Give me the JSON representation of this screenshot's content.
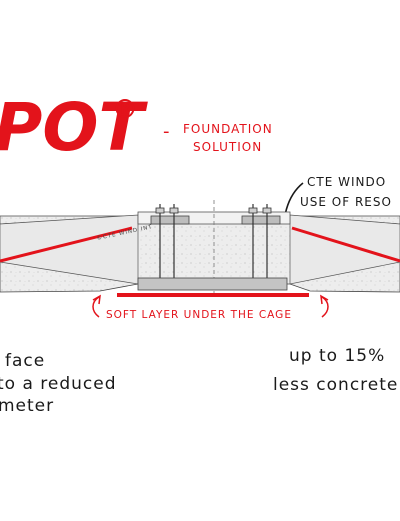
{
  "brand": {
    "title": "POT",
    "registered_mark": "®",
    "dash": "-",
    "subtitle_line1": "FOUNDATION",
    "subtitle_line2": "SOLUTION",
    "color": "#e3131b"
  },
  "callouts": {
    "top_right_line1": "CTE WINDO",
    "top_right_line2": "USE OF RESO",
    "bottom_center": "SOFT LAYER UNDER THE CAGE"
  },
  "stamp": "©CTE WIND INT",
  "notes": {
    "left_line1": "face",
    "left_line2": "to a reduced",
    "left_line3": "meter",
    "right_line1": "up to 15%",
    "right_line2": "less concrete"
  },
  "colors": {
    "accent": "#e3131b",
    "ink": "#1a1a1a",
    "concrete": "#ececec",
    "plate": "#bdbdbd"
  }
}
